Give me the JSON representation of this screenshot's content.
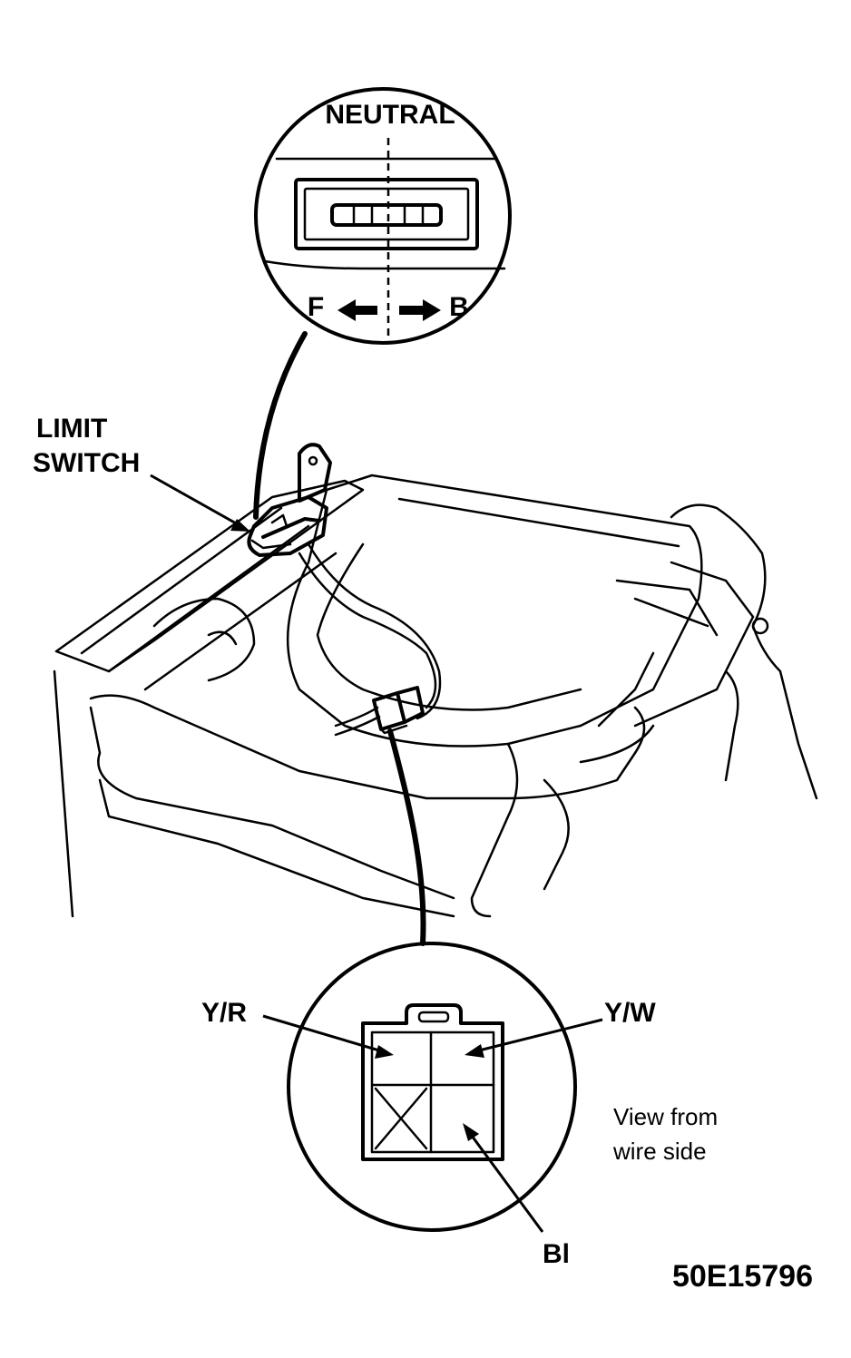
{
  "labels": {
    "neutral": "NEUTRAL",
    "forward": "F",
    "backward": "B",
    "limit_switch_line1": "LIMIT",
    "limit_switch_line2": "SWITCH",
    "wire_yr": "Y/R",
    "wire_yw": "Y/W",
    "wire_bl": "Bl",
    "view_note_line1": "View from",
    "view_note_line2": "wire side",
    "figure_code": "50E15796"
  },
  "colors": {
    "ink": "#000000",
    "paper": "#ffffff"
  }
}
